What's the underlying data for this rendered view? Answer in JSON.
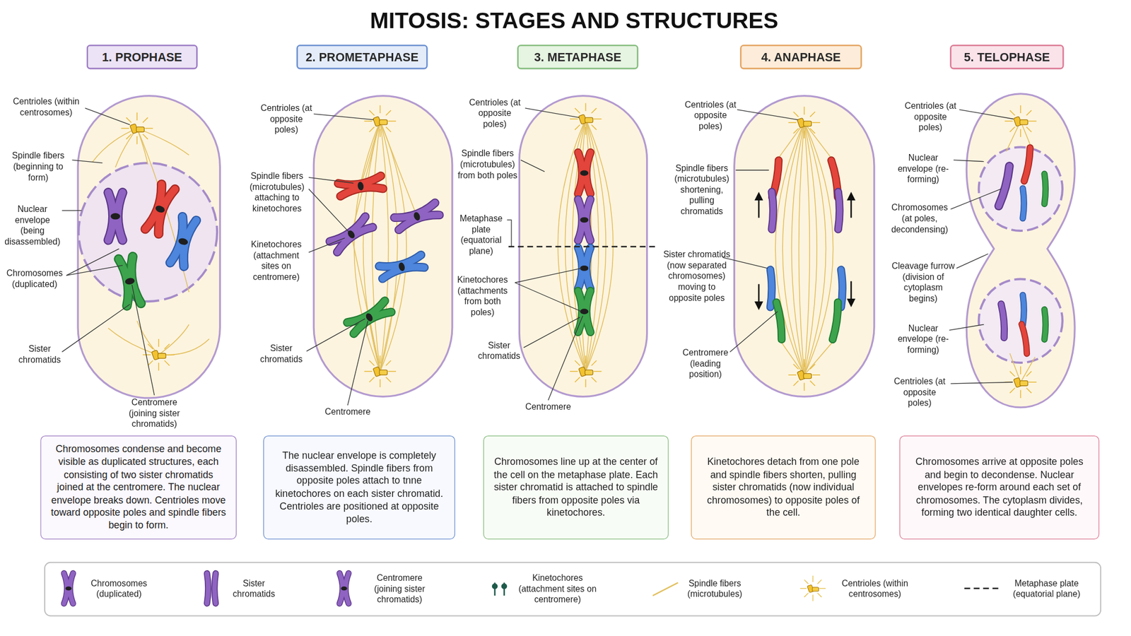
{
  "diagram": {
    "title": "MITOSIS: STAGES AND STRUCTURES",
    "nodes": [
      {
        "text": [
          "1. PROPHASE"
        ]
      },
      {
        "text": [
          "2. PROMETAPHASE"
        ]
      },
      {
        "text": [
          "3. METAPHASE"
        ]
      },
      {
        "text": [
          "4. ANAPHASE"
        ]
      },
      {
        "text": [
          "5. TELOPHASE"
        ]
      },
      {
        "text": [
          "Chromosomes condense and become visible as duplicated structures, each consisting of two sister chromatids joined at the centromere. The nuclear envelope breaks down. Centrioles move toward opposite poles and spindle fibers begin to form."
        ]
      },
      {
        "text": [
          "The nuclear envelope is completely disassembled. Spindle fibers from opposite poles attach to tnne kinetochores on each sister chromatid. Centrioles are positioned at opposite poles."
        ]
      },
      {
        "text": [
          "Chromosomes line up at the center of the cell on the metaphase plate. Each sister chromatid is attached to spindle fibers from opposite poles via kinetochores."
        ]
      },
      {
        "text": [
          "Kinetochores detach from one pole and spindle fibers shorten, pulling sister chromatids (now individual chromosomes) to opposite poles of the cell."
        ]
      },
      {
        "text": [
          "Chromosomes arrive at opposite poles and begin to decondense. Nuclear envelopes re-form around each set of chromosomes. The cytoplasm divides, forming two identical daughter cells."
        ]
      }
    ],
    "labels": [
      "Centrioles (within centrosomes)",
      "Spindle fibers (beginning to form)",
      "Nuclear envelope (being disassembled)",
      "Chromosomes (duplicated)",
      "Sister chromatids",
      "Centromere (joining sister chromatids)",
      "Centrioles (at opposite poles)",
      "Spindle fibers (microtubules) attaching to kinetochores",
      "Kinetochores (attachment sites on centromere)",
      "Sister chromatids",
      "Centromere",
      "Centrioles (at opposite poles)",
      "Spindle fibers (microtubules) from both poles",
      "Metaphase plate (equatorial plane)",
      "Kinetochores (attachments from both poles)",
      "Sister chromatids",
      "Centromere",
      "Centrioles (at opposite poles)",
      "Spindle fibers (microtubules) shortening, pulling chromatids",
      "Sister chromatids (now separated chromosomes) moving to opposite poles",
      "Centromere (leading position)",
      "Centrioles (at opposite poles)",
      "Nuclear envelope (re-forming)",
      "Chromosomes (at poles, decondensing)",
      "Cleavage furrow (division of cytoplasm begins)",
      "Nuclear envelope (re-forming)",
      "Centrioles (at opposite poles)"
    ],
    "legend": [
      {
        "text": "Chromosomes (duplicated)"
      },
      {
        "text": "Sister chromatids"
      },
      {
        "text": "Centromere (joining sister chromatids)"
      },
      {
        "text": "Kinetochores (attachment sites on centromere)"
      },
      {
        "text": "Spindle fibers (microtubules)"
      },
      {
        "text": "Centrioles (within centrosomes)"
      },
      {
        "text": "Metaphase plate (equatorial plane)"
      }
    ]
  }
}
